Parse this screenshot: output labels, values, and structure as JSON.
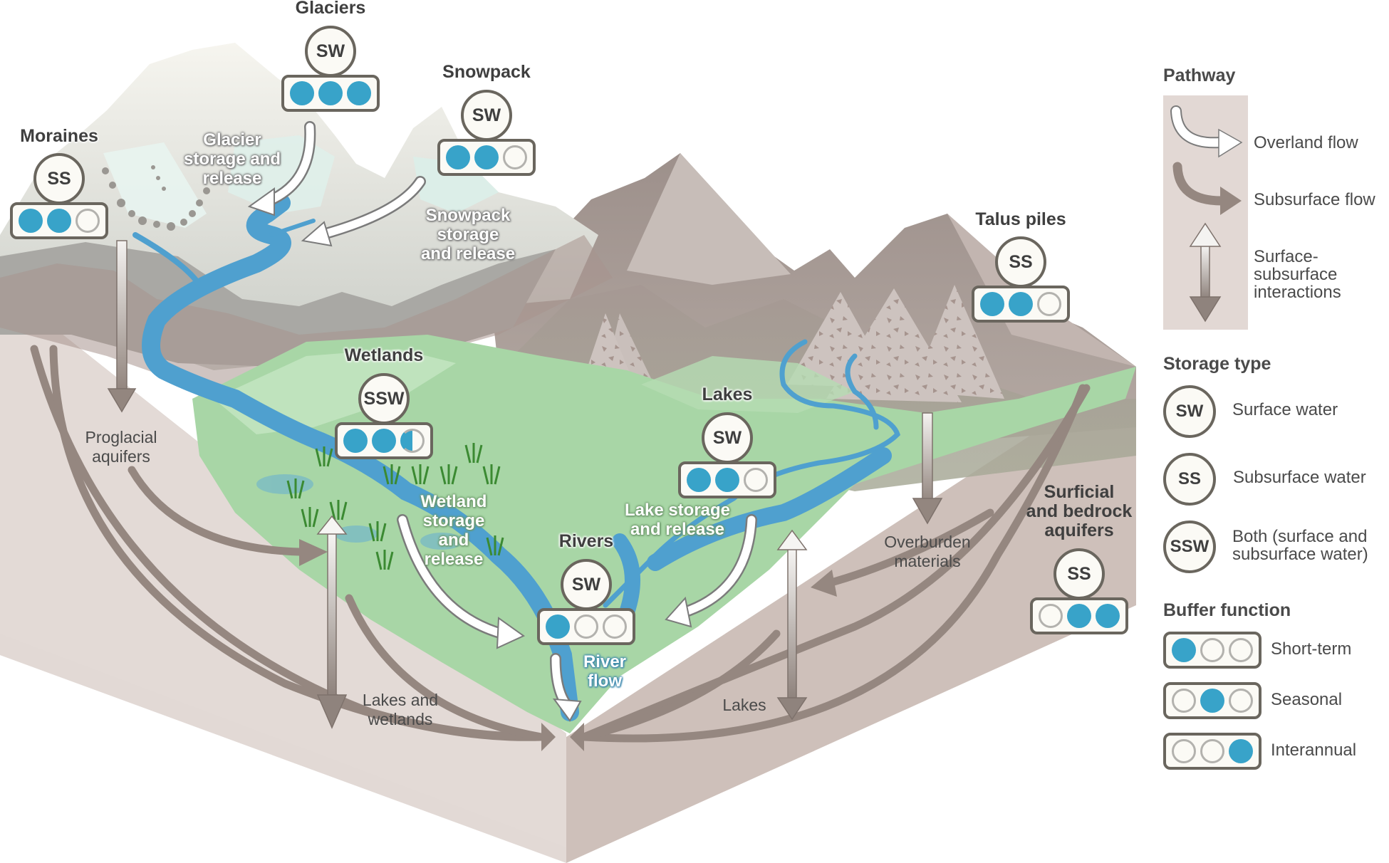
{
  "colors": {
    "water": "#4fa0cf",
    "buffer_fill": "#38a3c9",
    "subsurface_arrow": "#958780",
    "valley_green": "#a8d6a6",
    "ground": "#d9ccc6",
    "legend_bg": "#e2d8d4"
  },
  "storage_units": [
    {
      "name": "Glaciers",
      "type": "SW",
      "buffer": [
        "full",
        "full",
        "full"
      ]
    },
    {
      "name": "Snowpack",
      "type": "SW",
      "buffer": [
        "full",
        "full",
        "empty"
      ]
    },
    {
      "name": "Moraines",
      "type": "SS",
      "buffer": [
        "full",
        "full",
        "empty"
      ]
    },
    {
      "name": "Talus piles",
      "type": "SS",
      "buffer": [
        "full",
        "full",
        "empty"
      ]
    },
    {
      "name": "Wetlands",
      "type": "SSW",
      "buffer": [
        "full",
        "full",
        "half"
      ]
    },
    {
      "name": "Lakes",
      "type": "SW",
      "buffer": [
        "full",
        "full",
        "empty"
      ]
    },
    {
      "name": "Rivers",
      "type": "SW",
      "buffer": [
        "full",
        "empty",
        "empty"
      ]
    },
    {
      "name": "Surficial and bedrock aquifers",
      "name_lines": [
        "Surficial",
        "and bedrock",
        "aquifers"
      ],
      "type": "SS",
      "buffer": [
        "empty",
        "full",
        "full"
      ]
    }
  ],
  "process_labels": {
    "glacier": [
      "Glacier",
      "storage and",
      "release"
    ],
    "snowpack": [
      "Snowpack",
      "storage",
      "and release"
    ],
    "wetland": [
      "Wetland",
      "storage",
      "and",
      "release"
    ],
    "lake": [
      "Lake storage",
      "and release"
    ],
    "river": [
      "River",
      "flow"
    ]
  },
  "subsurface_labels": {
    "proglacial": [
      "Proglacial",
      "aquifers"
    ],
    "lakes_wetlands": [
      "Lakes and",
      "wetlands"
    ],
    "overburden": [
      "Overburden",
      "materials"
    ],
    "lakes": [
      "Lakes"
    ]
  },
  "legend": {
    "pathway": {
      "title": "Pathway",
      "items": [
        {
          "icon": "overland-flow-arrow",
          "label": "Overland flow"
        },
        {
          "icon": "subsurface-flow-arrow",
          "label": "Subsurface flow"
        },
        {
          "icon": "surface-subsurface-arrow",
          "label": "Surface-\nsubsurface\ninteractions",
          "lines": [
            "Surface-",
            "subsurface",
            "interactions"
          ]
        }
      ]
    },
    "storage_type": {
      "title": "Storage type",
      "items": [
        {
          "code": "SW",
          "label": "Surface water",
          "lines": [
            "Surface water"
          ]
        },
        {
          "code": "SS",
          "label": "Subsurface water",
          "lines": [
            "Subsurface water"
          ]
        },
        {
          "code": "SSW",
          "label": "Both (surface and subsurface water)",
          "lines": [
            "Both (surface and",
            "subsurface water)"
          ]
        }
      ]
    },
    "buffer_function": {
      "title": "Buffer function",
      "items": [
        {
          "label": "Short-term",
          "buffer": [
            "full",
            "empty",
            "empty"
          ]
        },
        {
          "label": "Seasonal",
          "buffer": [
            "empty",
            "full",
            "empty"
          ]
        },
        {
          "label": "Interannual",
          "buffer": [
            "empty",
            "empty",
            "full"
          ]
        }
      ]
    }
  }
}
